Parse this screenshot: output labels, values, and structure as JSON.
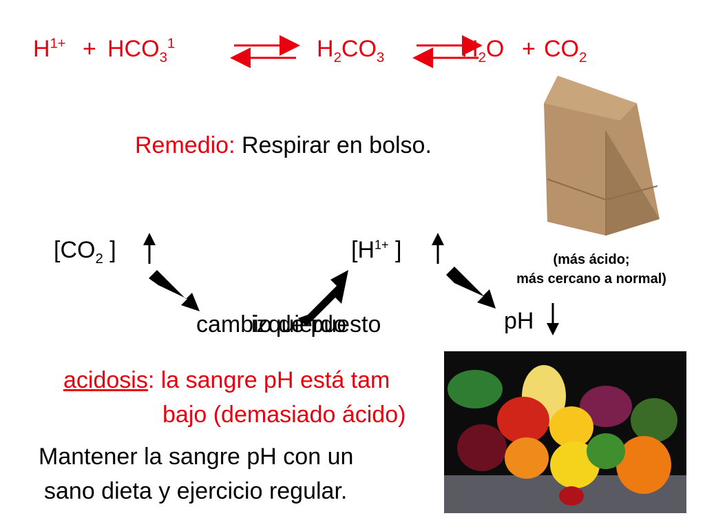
{
  "equation": {
    "h_ion": "H",
    "h_charge": "1+",
    "plus1": "+",
    "hco3": "HCO",
    "hco3_sub": "3",
    "hco3_sup": "1",
    "h2co3_a": "H",
    "h2co3_sub": "2",
    "h2co3_b": "CO",
    "h2co3_sub2": "3",
    "h2o_a": "H",
    "h2o_sub": "2",
    "h2o_b": "O",
    "plus2": "+",
    "co2_a": "CO",
    "co2_sub": "2"
  },
  "remedy": {
    "label": "Remedio:",
    "text": "Respirar en bolso."
  },
  "concentrations": {
    "co2_a": "[CO",
    "co2_sub": "2",
    "co2_close": "]",
    "h_a": "[H",
    "h_sup": "1+",
    "h_close": "]"
  },
  "note": {
    "line1": "(más ácido;",
    "line2": "más cercano a normal)"
  },
  "shift": {
    "text_a": "cambio de puesto",
    "text_b": "izquierdo"
  },
  "ph_label": "pH",
  "acidosis": {
    "term": "acidosis",
    "rest": ": la sangre pH está tam",
    "line2": "bajo (demasiado ácido)"
  },
  "advice": {
    "line1": "Mantener la sangre pH con un",
    "line2": "sano dieta y ejercicio regular."
  },
  "colors": {
    "accent": "#e8000f",
    "text": "#000000"
  },
  "images": {
    "bag": "paper-bag",
    "vegetables": "vegetables-photo"
  }
}
